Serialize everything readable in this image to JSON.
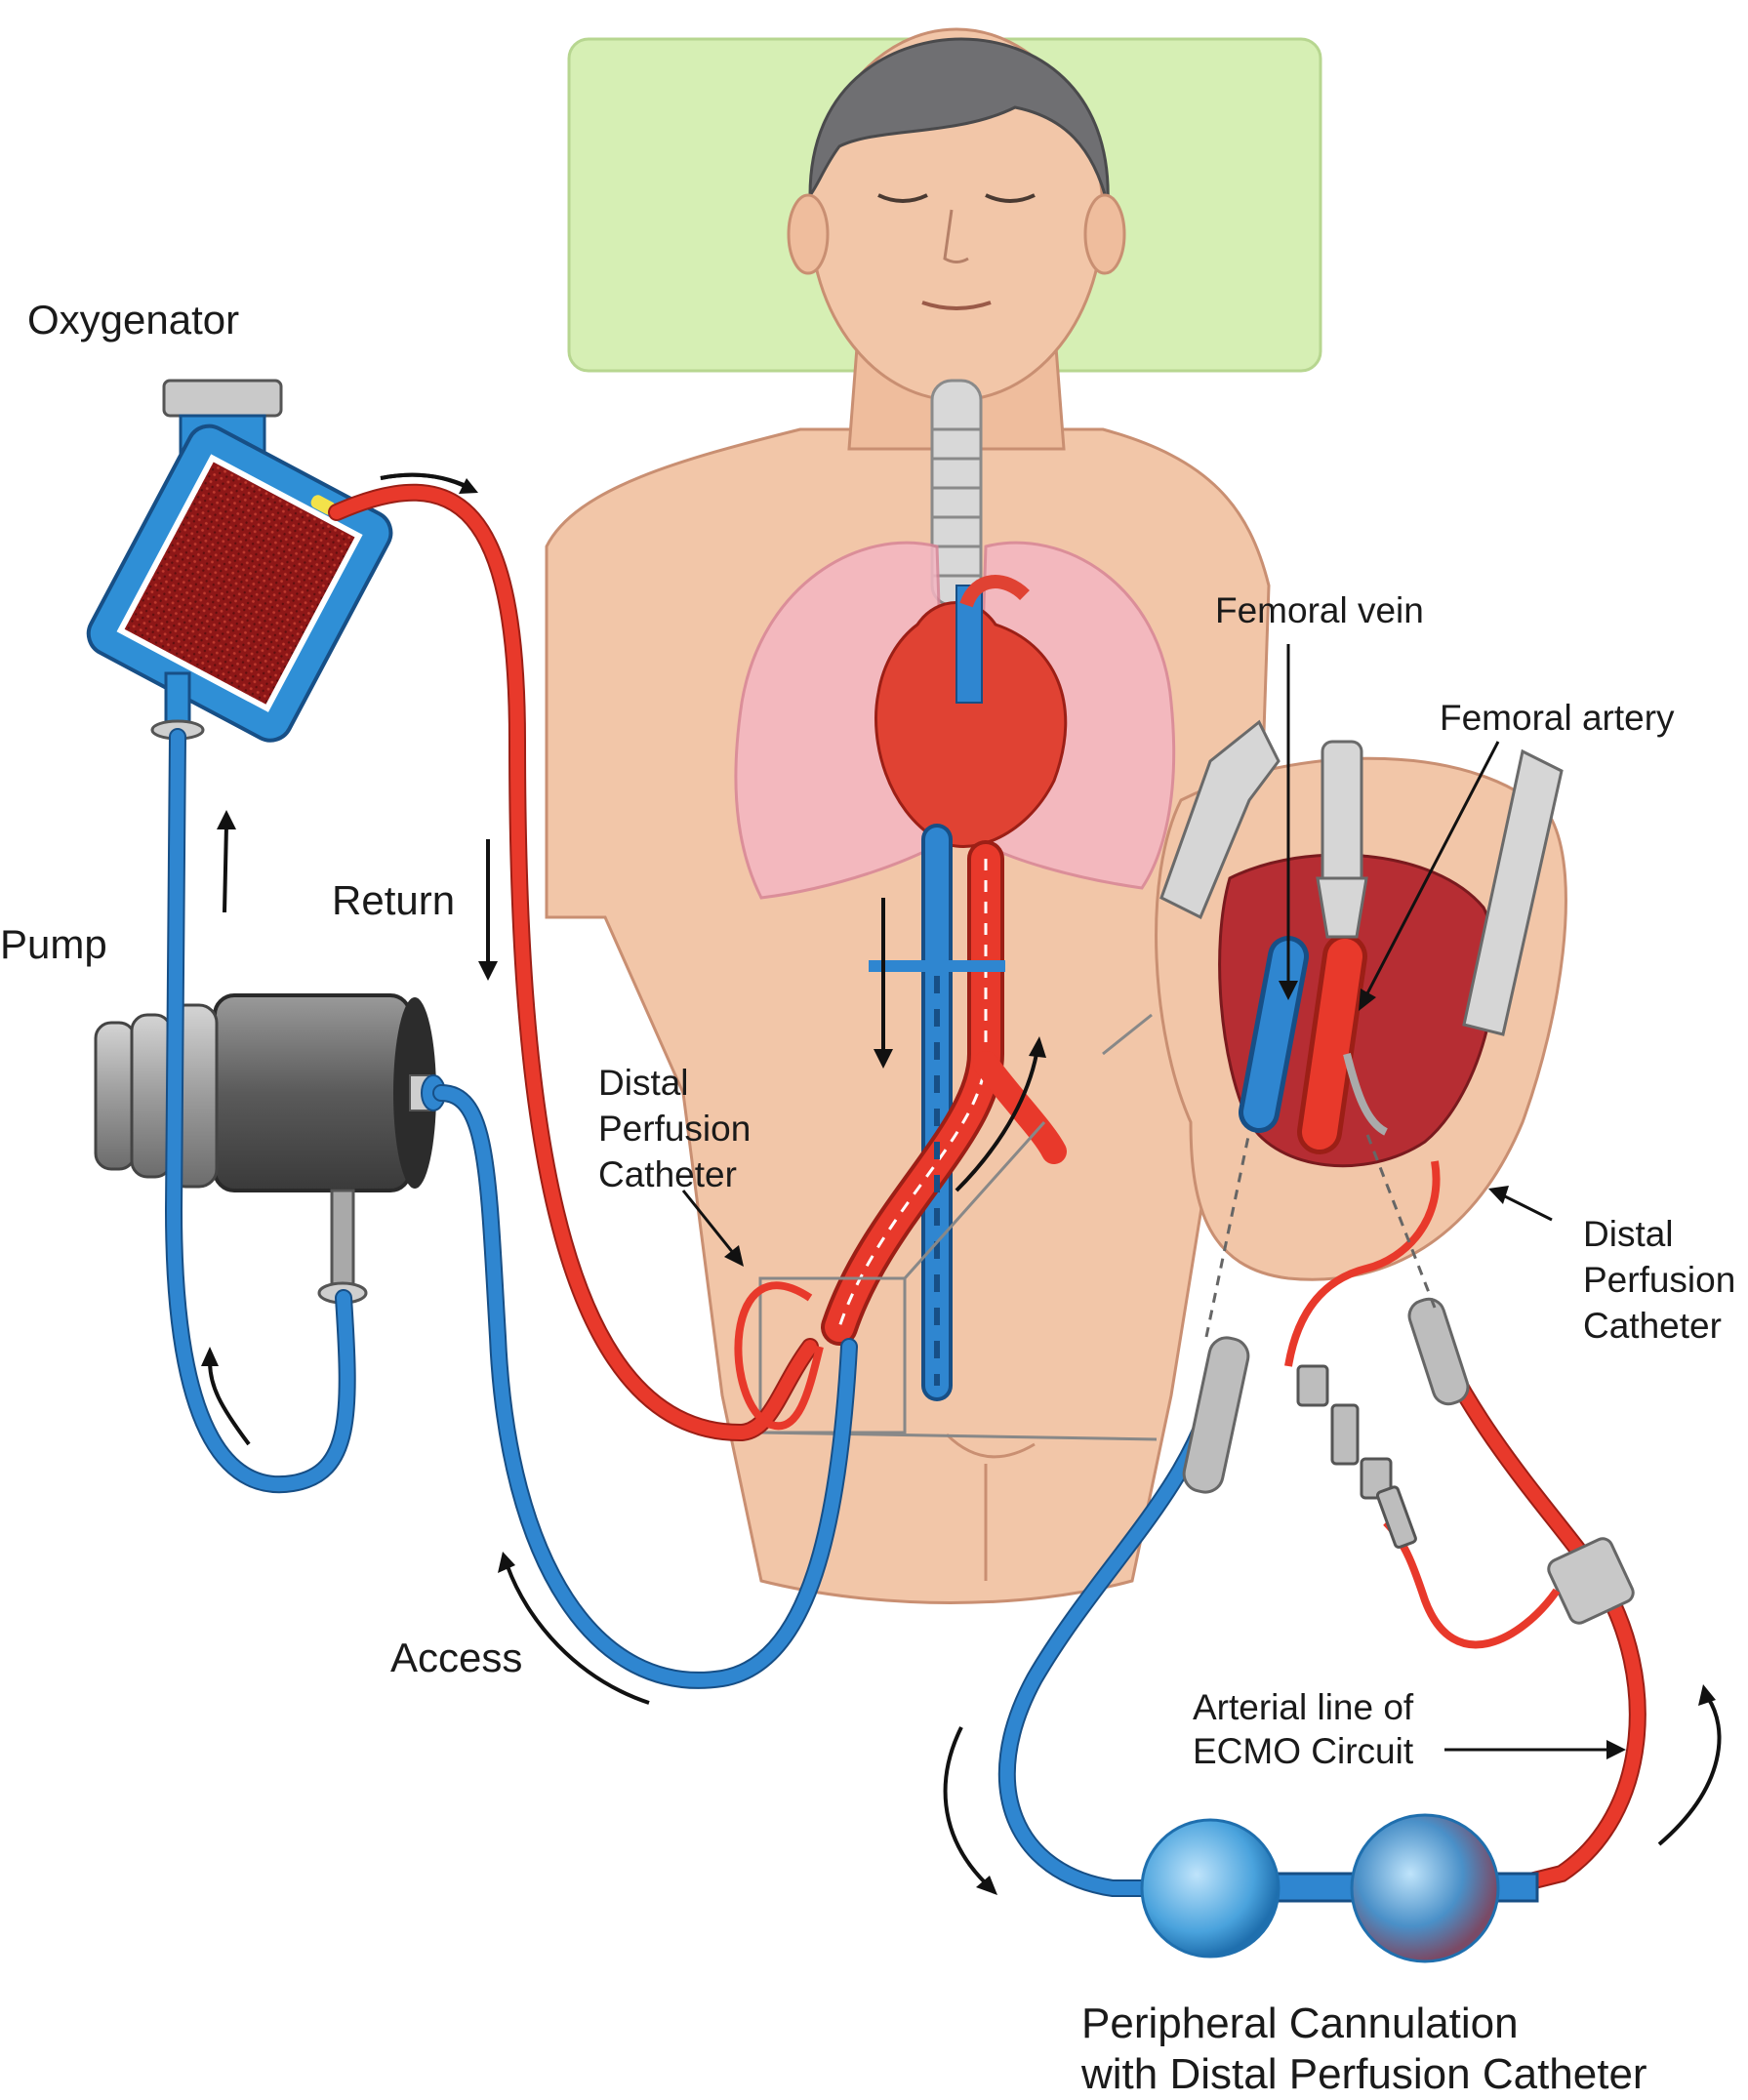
{
  "labels": {
    "oxygenator": "Oxygenator",
    "pump": "Pump",
    "return": "Return",
    "access": "Access",
    "distal_perfusion_catheter_left": [
      "Distal",
      "Perfusion",
      "Catheter"
    ],
    "femoral_vein": "Femoral vein",
    "femoral_artery": "Femoral artery",
    "distal_perfusion_catheter_right": [
      "Distal",
      "Perfusion",
      "Catheter"
    ],
    "arterial_line": [
      "Arterial line of",
      "ECMO Circuit"
    ],
    "caption": [
      "Peripheral Cannulation",
      "with Distal Perfusion Catheter"
    ]
  },
  "colors": {
    "arterial_red": "#e8392b",
    "venous_blue": "#2f86d0",
    "skin": "#f2c6a8",
    "pillow": "#d6efb4",
    "lung_pink": "#f4b6c2",
    "oxygenator_blue": "#2f8fd6",
    "membrane_red": "#9e1c1c",
    "pump_gray": "#6f6f6f"
  },
  "icons": [
    "patient-figure",
    "oxygenator-icon",
    "pump-icon",
    "heart-icon",
    "lungs-icon",
    "surgical-retractor-icon",
    "connector-bulb-icon"
  ]
}
